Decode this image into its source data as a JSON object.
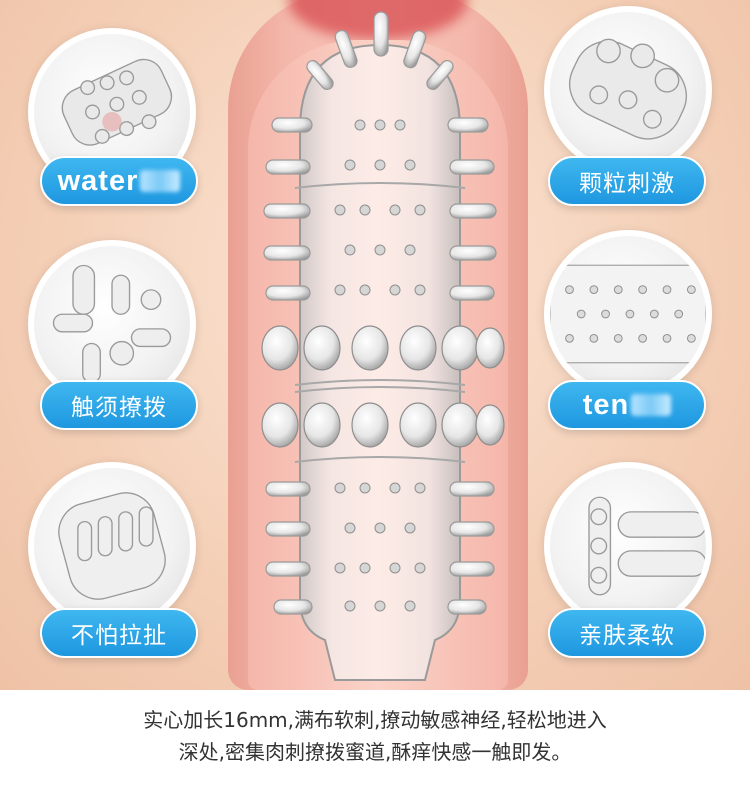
{
  "features": {
    "left_top": "water",
    "left_mid": "触须撩拨",
    "left_bottom": "不怕拉扯",
    "right_top": "颗粒刺激",
    "right_mid": "ten",
    "right_bottom": "亲肤柔软"
  },
  "caption": {
    "line1": "实心加长16mm,满布软刺,撩动敏感神经,轻松地进入",
    "line2": "深处,密集肉刺撩拨蜜道,酥痒快感一触即发。"
  },
  "colors": {
    "pill": "#1e97e0",
    "background": "#f6d9c4",
    "center": "#f4b8ab"
  },
  "icons": {
    "product": "product-sleeve-illustration"
  }
}
